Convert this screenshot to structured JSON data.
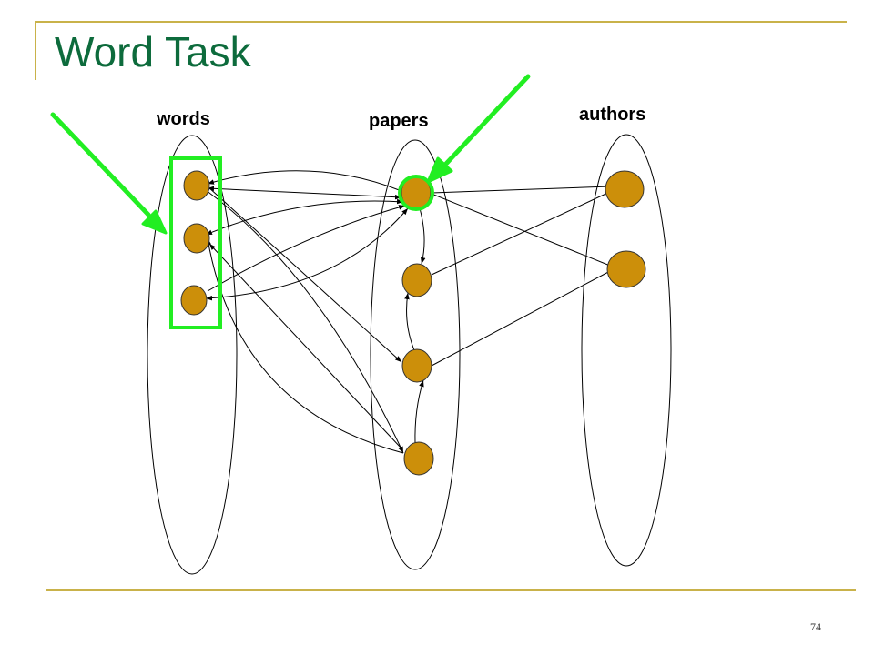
{
  "slide": {
    "title": "Word Task",
    "page_number": "74"
  },
  "diagram": {
    "columns": [
      {
        "id": "words",
        "label": "words",
        "node_count": 3
      },
      {
        "id": "papers",
        "label": "papers",
        "node_count": 4
      },
      {
        "id": "authors",
        "label": "authors",
        "node_count": 2
      }
    ],
    "highlights": [
      "words group",
      "papers node 1"
    ],
    "colors": {
      "node_fill": "#cc8f0a",
      "node_stroke": "#333333",
      "highlight": "#22ee22",
      "rule": "#c9b24a",
      "title": "#0d6b3c"
    }
  }
}
